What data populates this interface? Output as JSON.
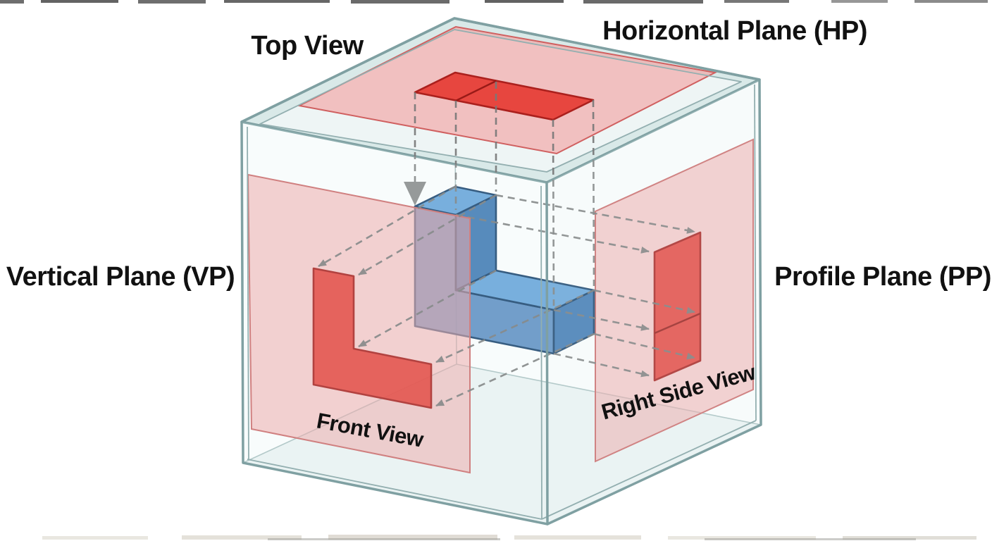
{
  "labels": {
    "top_view": "Top View",
    "horizontal_plane": "Horizontal Plane (HP)",
    "vertical_plane": "Vertical Plane (VP)",
    "profile_plane": "Profile Plane (PP)",
    "front_view": "Front View",
    "right_side_view": "Right Side View"
  },
  "colors": {
    "glass_edge": "#7fa0a2",
    "glass_face": "#edf5f4",
    "glass_rim": "#d9e9e8",
    "plane_pink": "#f2a0a0",
    "projection_red": "#e63c35",
    "projection_red_border": "#ab201d",
    "solid_blue_top": "#66a3da",
    "solid_blue_front": "#3a76b6",
    "solid_blue_side": "#2e6bad",
    "solid_blue_border": "#17406b",
    "dashed_line": "#787878",
    "label_text": "#111111"
  },
  "scene": {
    "object": "L-shaped solid block inside transparent glass projection box",
    "projections": [
      {
        "view": "Top View",
        "plane": "Horizontal Plane (HP)"
      },
      {
        "view": "Front View",
        "plane": "Vertical Plane (VP)"
      },
      {
        "view": "Right Side View",
        "plane": "Profile Plane (PP)"
      }
    ]
  }
}
